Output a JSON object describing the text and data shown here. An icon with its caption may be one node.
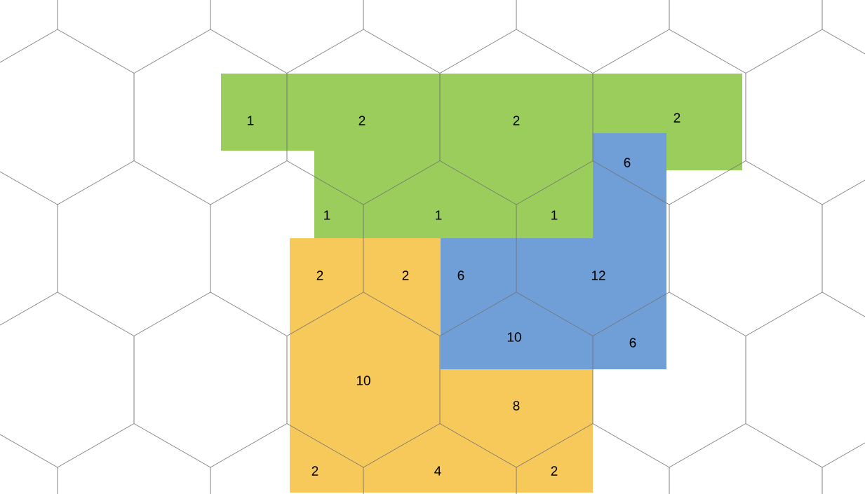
{
  "diagram": {
    "labels": [
      "1",
      "2",
      "2",
      "2",
      "6",
      "1",
      "1",
      "1",
      "2",
      "2",
      "6",
      "12",
      "10",
      "6",
      "10",
      "8",
      "2",
      "4",
      "2"
    ]
  }
}
